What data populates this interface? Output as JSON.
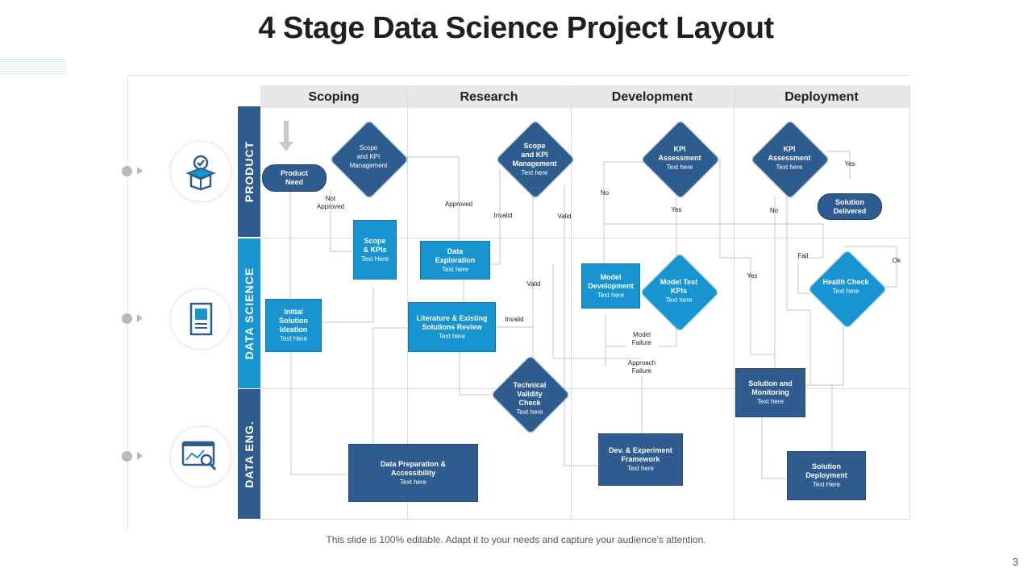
{
  "title": "4 Stage Data Science Project Layout",
  "columns": [
    "Scoping",
    "Research",
    "Development",
    "Deployment"
  ],
  "lanes": [
    "PRODUCT",
    "DATA SCIENCE",
    "DATA ENG."
  ],
  "nodes": {
    "product_need": {
      "title": "Product\nNeed"
    },
    "scope_kpi_mgmt_1": {
      "title": "Scope\nand KPI\nManagement"
    },
    "scope_kpi_mgmt_2": {
      "title": "Scope\nand KPI\nManagement",
      "sub": "Text here"
    },
    "kpi_assessment_1": {
      "title": "KPI\nAssessment",
      "sub": "Text here"
    },
    "kpi_assessment_2": {
      "title": "KPI\nAssessment",
      "sub": "Text here"
    },
    "solution_delivered": {
      "title": "Solution\nDelivered"
    },
    "scope_kpis": {
      "title": "Scope\n& KPIs",
      "sub": "Text Here"
    },
    "data_exploration": {
      "title": "Data\nExploration",
      "sub": "Text here"
    },
    "initial_solution": {
      "title": "Initial\nSolution\nIdeation",
      "sub": "Text Here"
    },
    "literature": {
      "title": "Literature & Existing\nSolutions Review",
      "sub": "Text here"
    },
    "model_development": {
      "title": "Model\nDevelopment",
      "sub": "Text here"
    },
    "model_test_kpis": {
      "title": "Model Test\nKPIs",
      "sub": "Text here"
    },
    "health_check": {
      "title": "Health Check",
      "sub": "Text here"
    },
    "solution_monitoring": {
      "title": "Solution and\nMonitoring",
      "sub": "Text here"
    },
    "technical_validity": {
      "title": "Technical\nValidity\nCheck",
      "sub": "Text here"
    },
    "data_preparation": {
      "title": "Data Preparation &\nAccessibility",
      "sub": "Text here"
    },
    "dev_experiment": {
      "title": "Dev. & Experiment\nFramework",
      "sub": "Text here"
    },
    "solution_deployment": {
      "title": "Solution\nDeployment",
      "sub": "Text Here"
    }
  },
  "edge_labels": {
    "not_approved": "Not\nApproved",
    "approved": "Approved",
    "invalid_1": "Invalid",
    "valid_1": "Valid",
    "valid_2": "Valid",
    "invalid_2": "Invalid",
    "no_1": "No",
    "yes_1": "Yes",
    "no_2": "No",
    "yes_2": "Yes",
    "fail": "Fail",
    "ok": "Ok",
    "yes_3": "Yes",
    "model_failure": "Model\nFailure",
    "approach_failure": "Approach\nFailure"
  },
  "icons": [
    "box-check-icon",
    "report-chart-icon",
    "analytics-magnifier-icon"
  ],
  "colors": {
    "dark_blue": "#2f5c8f",
    "light_blue": "#1894d1",
    "header_gray": "#e7e7e7"
  },
  "footer": "This slide is 100% editable. Adapt it to your needs and capture your audience's attention.",
  "page_number": "3"
}
